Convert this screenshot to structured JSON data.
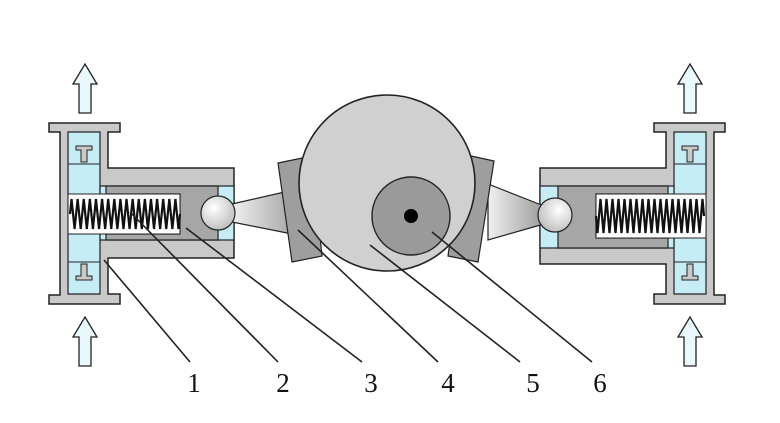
{
  "diagram": {
    "labels": [
      "1",
      "2",
      "3",
      "4",
      "5",
      "6"
    ]
  },
  "colors": {
    "body": "#c9c9c9",
    "body_dark": "#a6a6a6",
    "fluid": "#c6ecf6",
    "arrow_fill": "#e9f8fc",
    "eccentric": "#d0d0d0",
    "cam": "#9a9a9a",
    "ball": "#e6e6e6",
    "outline": "#222222"
  }
}
